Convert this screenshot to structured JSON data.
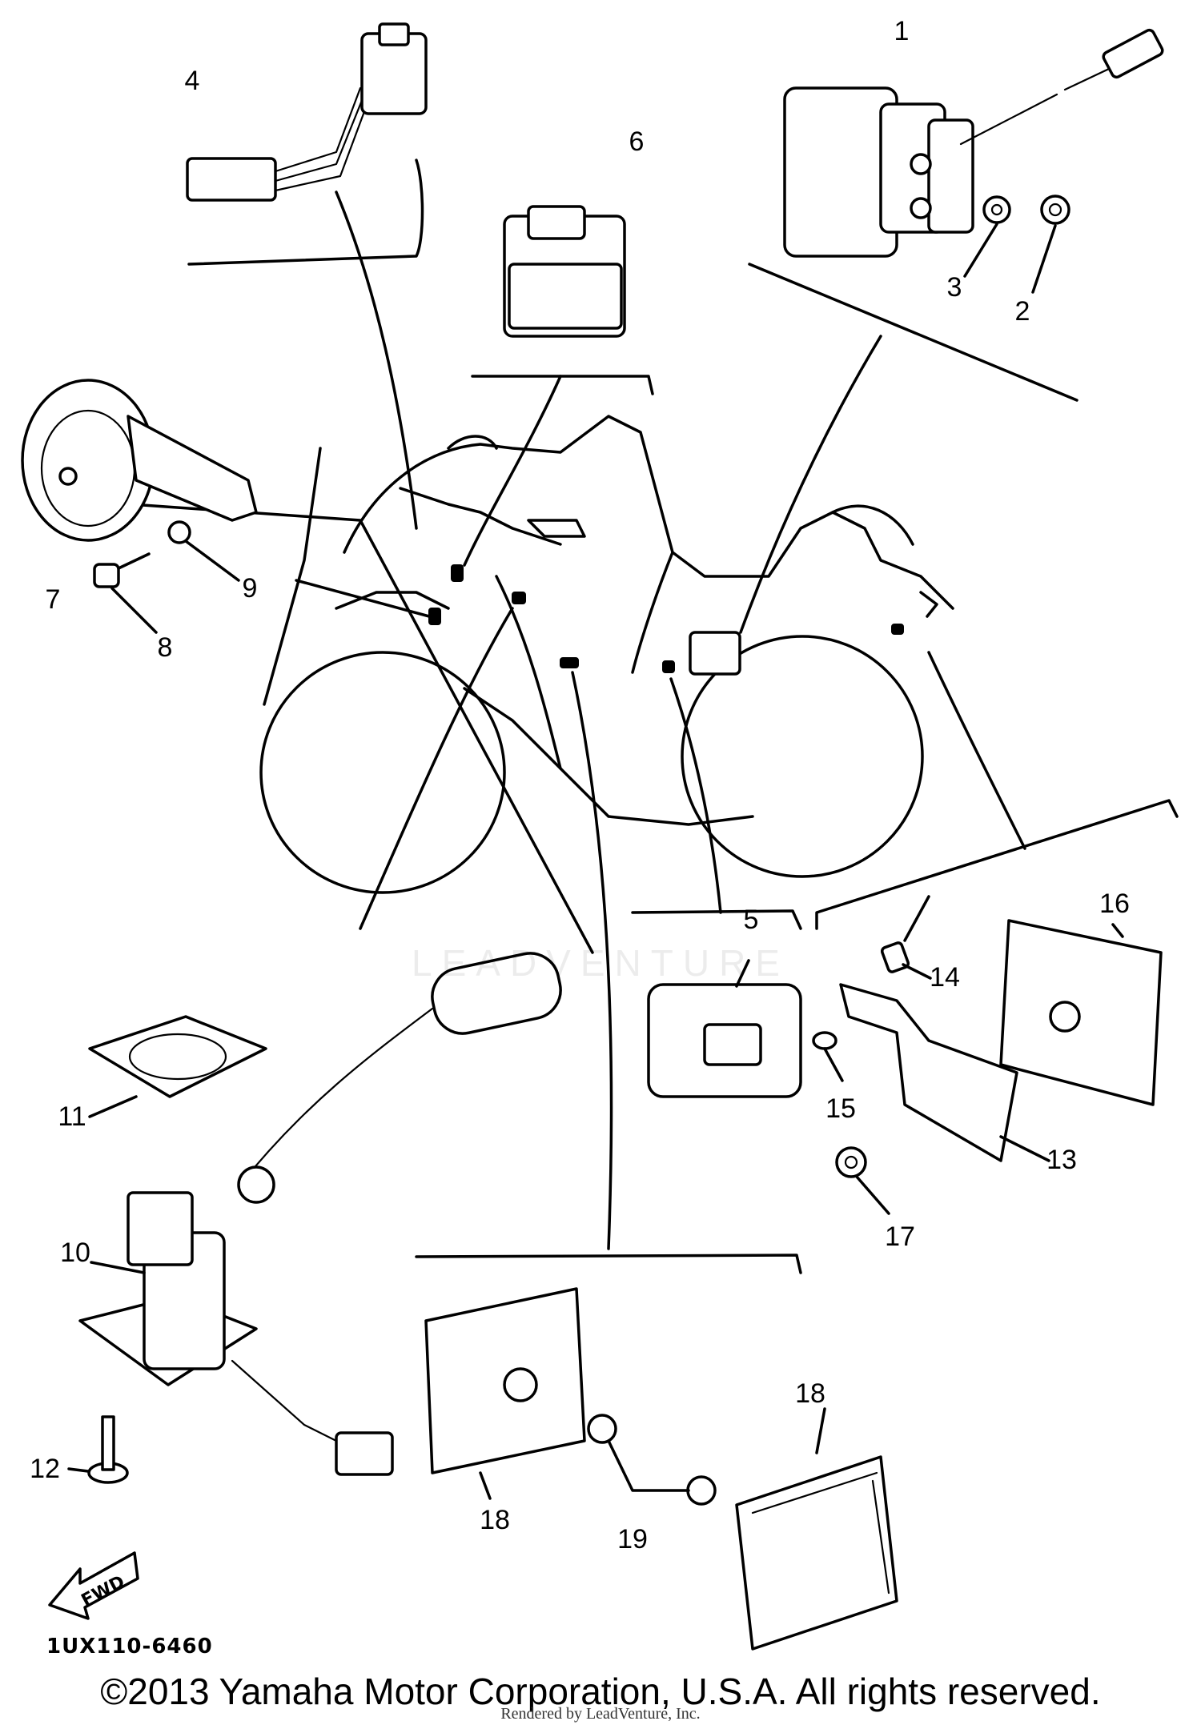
{
  "diagram": {
    "callouts": [
      "1",
      "2",
      "3",
      "4",
      "5",
      "6",
      "7",
      "8",
      "9",
      "10",
      "11",
      "12",
      "13",
      "14",
      "15",
      "16",
      "17",
      "18",
      "18",
      "19"
    ],
    "fwd_label": "FWD",
    "watermark": "LEADVENTURE"
  },
  "footer": {
    "part_code": "1UX110-6460",
    "copyright": "©2013 Yamaha Motor Corporation, U.S.A. All rights reserved.",
    "rendered_by": "Rendered by LeadVenture, Inc."
  }
}
